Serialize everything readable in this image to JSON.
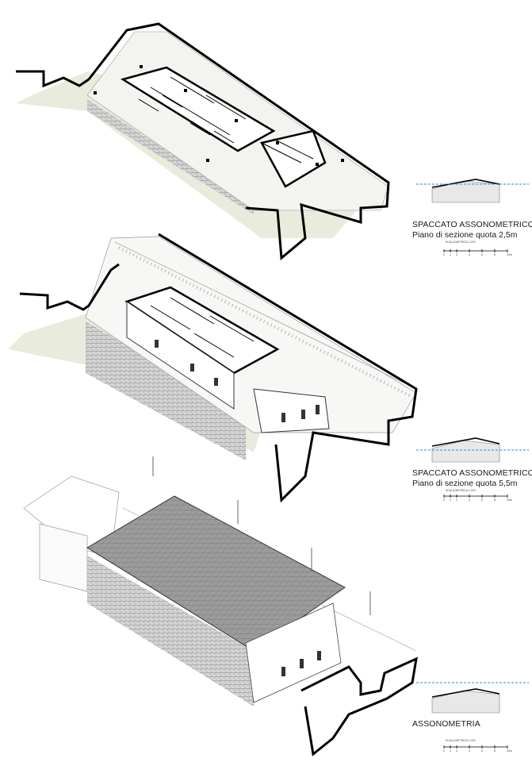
{
  "legends": [
    {
      "title": "SPACCATO ASSONOMETRICO",
      "subtitle": "Piano di sezione quota 2,5m",
      "scale_caption": "SCALA METRICA 1:200",
      "scale_ticks": [
        "0",
        "1",
        "2",
        "4",
        "6",
        "8",
        "10m"
      ]
    },
    {
      "title": "SPACCATO ASSONOMETRICO",
      "subtitle": "Piano di sezione quota 5,5m",
      "scale_caption": "SCALA METRICA 1:200",
      "scale_ticks": [
        "0",
        "1",
        "2",
        "4",
        "6",
        "8",
        "10m"
      ]
    },
    {
      "title": "ASSONOMETRIA",
      "subtitle": "",
      "scale_caption": "SCALA METRICA 1:200",
      "scale_ticks": [
        "0",
        "1",
        "2",
        "4",
        "6",
        "8",
        "10m"
      ]
    }
  ],
  "colors": {
    "section_cut": "#000000",
    "terrain": "#e9ebdc",
    "stone": "#bdbdbd",
    "section_plane_marker": "#2a8bd6"
  }
}
